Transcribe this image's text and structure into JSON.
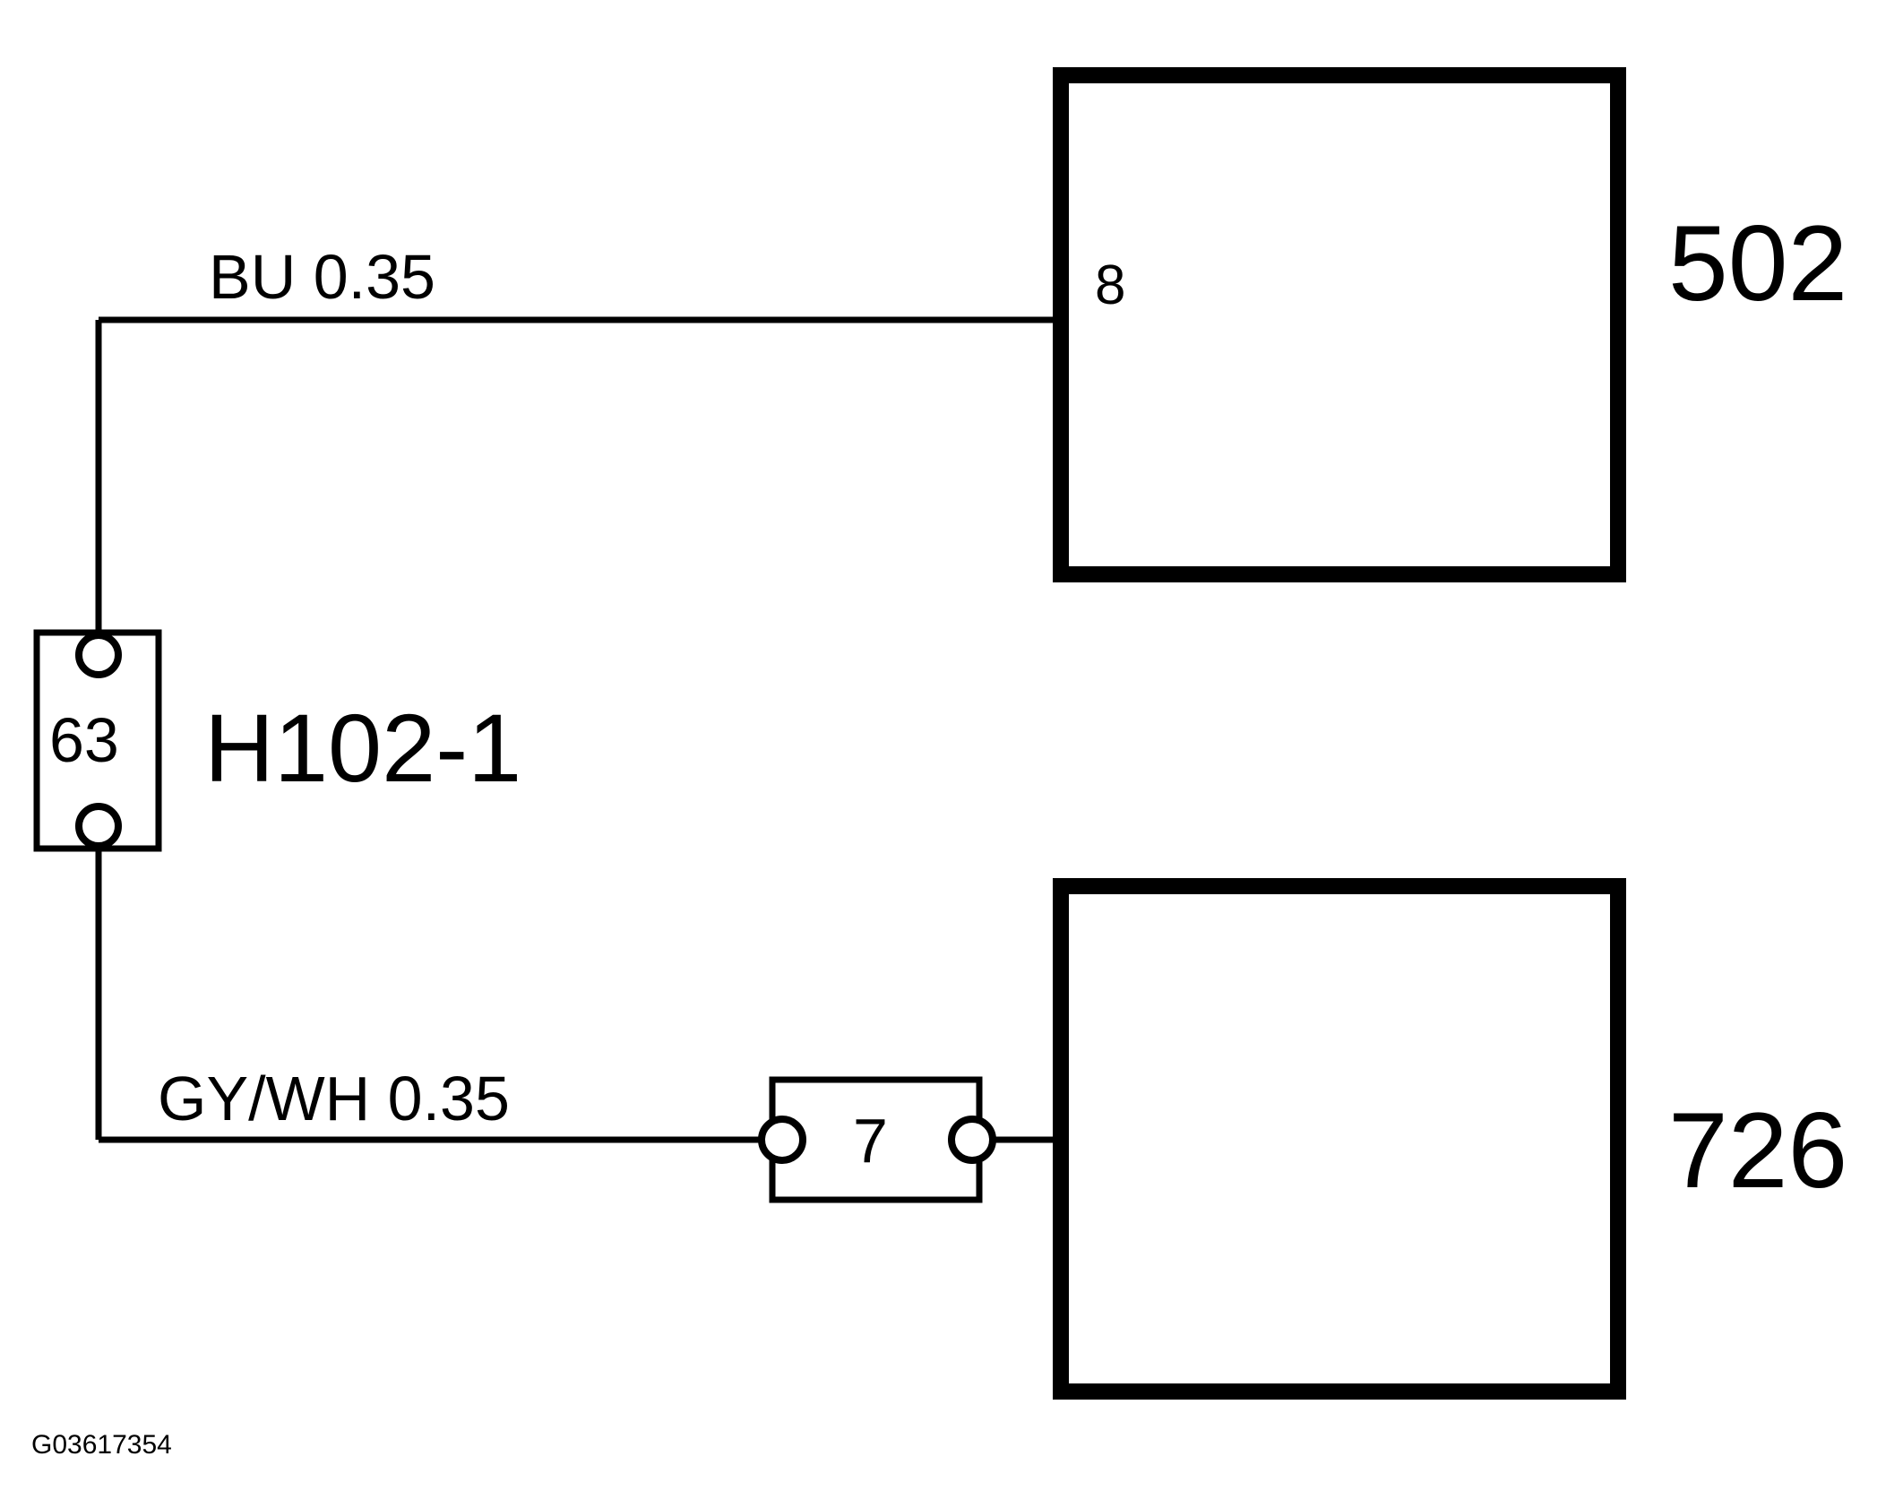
{
  "diagram": {
    "reference_code": "G03617354",
    "modules": [
      {
        "id": "502",
        "pin_label": "8"
      },
      {
        "id": "726",
        "pin_label": ""
      }
    ],
    "harness_connector": {
      "pin_number": "63",
      "name": "H102-1"
    },
    "inline_connector": {
      "pin_number": "7"
    },
    "wires": [
      {
        "color_code": "BU",
        "gauge": "0.35",
        "label": "BU   0.35"
      },
      {
        "color_code": "GY/WH",
        "gauge": "0.35",
        "label": "GY/WH 0.35"
      }
    ],
    "colors": {
      "line": "#000000",
      "background": "#ffffff"
    }
  }
}
